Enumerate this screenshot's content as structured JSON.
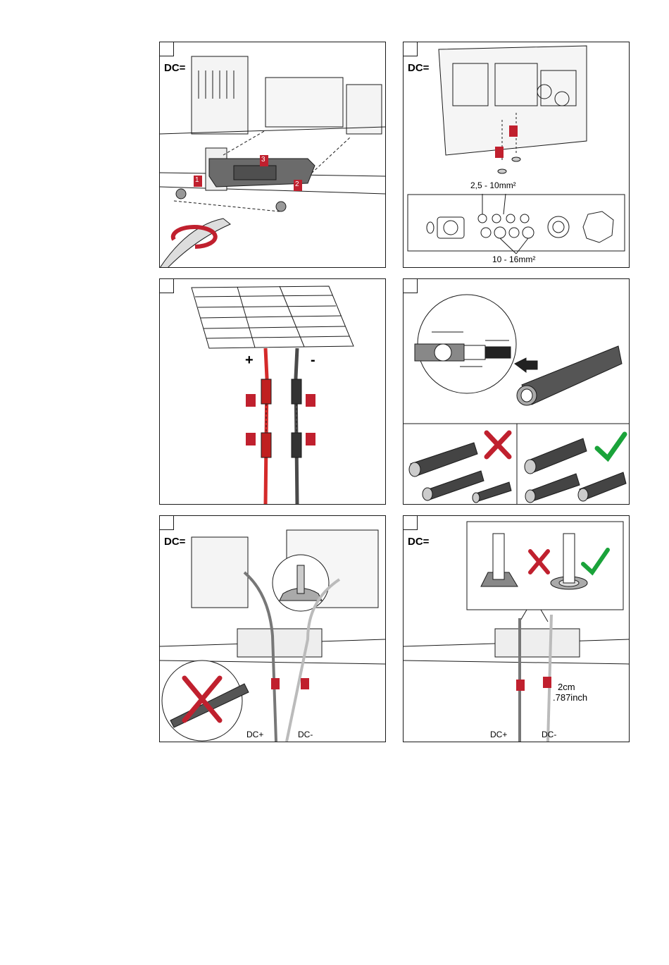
{
  "panels": [
    {
      "id": "p1",
      "labels": {
        "dc": "DC="
      }
    },
    {
      "id": "p2",
      "labels": {
        "dc": "DC=",
        "range_small": "2,5 - 10mm²",
        "range_large": "10 - 16mm²"
      }
    },
    {
      "id": "p3",
      "labels": {
        "plus": "+",
        "minus": "-"
      }
    },
    {
      "id": "p4",
      "labels": {}
    },
    {
      "id": "p5",
      "labels": {
        "dc": "DC=",
        "dc_plus": "DC+",
        "dc_minus": "DC-"
      }
    },
    {
      "id": "p6",
      "labels": {
        "dc": "DC=",
        "length_cm": "2cm",
        "length_inch": ".787inch",
        "dc_plus": "DC+",
        "dc_minus": "DC-"
      }
    }
  ],
  "step_markers": {
    "one": "1",
    "two": "2",
    "three": "3"
  },
  "colors": {
    "accent_red": "#c0202e",
    "check_green": "#1aa33a",
    "cable_red": "#d42a2a",
    "cable_dark": "#4a4a4a",
    "line": "#1a1a1a"
  }
}
